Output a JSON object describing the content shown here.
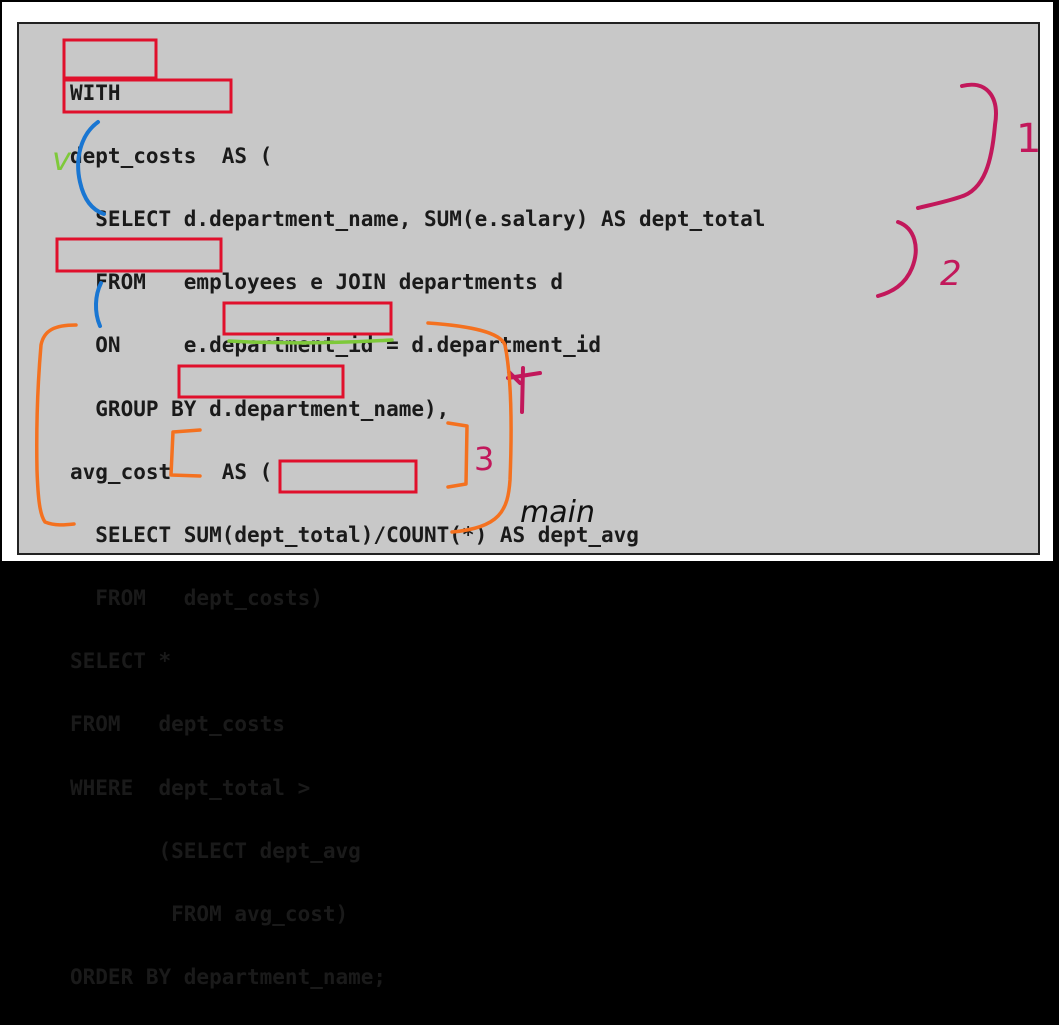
{
  "code_lines": [
    "WITH",
    "dept_costs  AS (",
    "  SELECT d.department_name, SUM(e.salary) AS dept_total",
    "  FROM   employees e JOIN departments d",
    "  ON     e.department_id = d.department_id",
    "  GROUP BY d.department_name),",
    "avg_cost    AS (",
    "  SELECT SUM(dept_total)/COUNT(*) AS dept_avg",
    "  FROM   dept_costs)",
    "SELECT *",
    "FROM   dept_costs",
    "WHERE  dept_total >",
    "       (SELECT dept_avg",
    "        FROM avg_cost)",
    "ORDER BY department_name;"
  ],
  "annotations": {
    "label_1": "1",
    "label_2": "2",
    "label_3": "3",
    "label_4": "4",
    "label_main": "main",
    "checkmark": "v"
  },
  "colors": {
    "box": "#e0102c",
    "magenta": "#c2185b",
    "blue": "#1976d2",
    "orange": "#f4711f",
    "green": "#7ec93a"
  }
}
